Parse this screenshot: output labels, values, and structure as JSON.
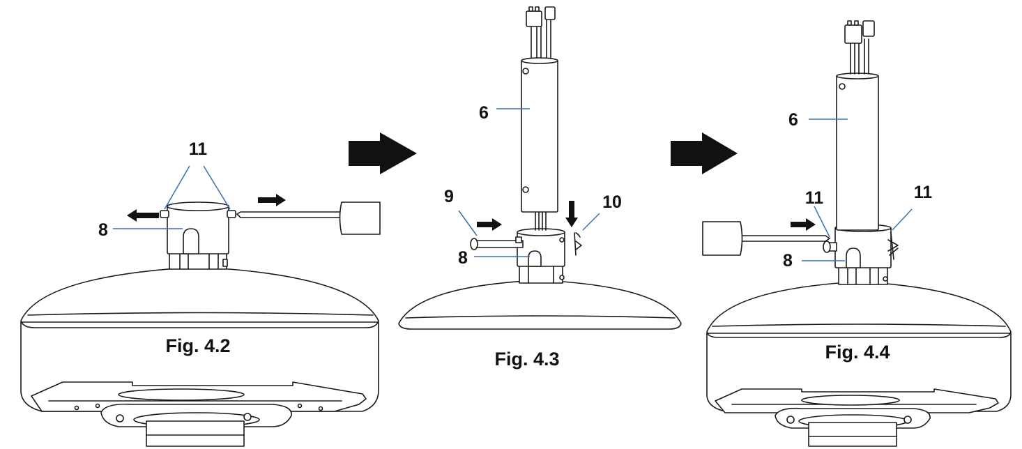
{
  "figures": [
    {
      "caption": "Fig. 4.2",
      "callouts": [
        "11",
        "8"
      ]
    },
    {
      "caption": "Fig. 4.3",
      "callouts": [
        "6",
        "9",
        "10",
        "8"
      ]
    },
    {
      "caption": "Fig. 4.4",
      "callouts": [
        "6",
        "11",
        "11",
        "8"
      ]
    }
  ],
  "colors": {
    "line": "#1a1a1a",
    "leader": "#3a6fb0",
    "arrow": "#111111"
  }
}
